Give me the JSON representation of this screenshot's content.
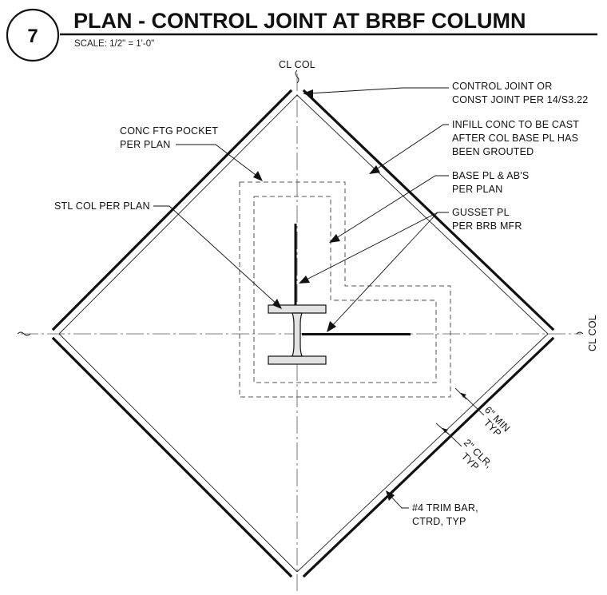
{
  "detail": {
    "number": "7",
    "title": "PLAN - CONTROL JOINT AT BRBF COLUMN",
    "scale": "SCALE:  1/2\" = 1'-0\""
  },
  "centerlines": {
    "vertical_label": "CL COL",
    "horizontal_label": "CL COL"
  },
  "callouts": {
    "control_joint": [
      "CONTROL JOINT OR",
      "CONST JOINT PER 14/S3.22"
    ],
    "infill_conc": [
      "INFILL CONC TO BE CAST",
      "AFTER COL BASE PL HAS",
      "BEEN GROUTED"
    ],
    "base_pl": [
      "BASE PL & AB'S",
      "PER PLAN"
    ],
    "gusset_pl": [
      "GUSSET PL",
      "PER BRB MFR"
    ],
    "conc_ftg_pocket": [
      "CONC FTG POCKET",
      "PER PLAN"
    ],
    "stl_col": [
      "STL COL PER PLAN"
    ],
    "trim_bar": [
      "#4 TRIM BAR,",
      "CTRD, TYP"
    ]
  },
  "dimensions": {
    "min_6": [
      "6\" MIN",
      "TYP"
    ],
    "clr_2": [
      "2\" CLR,",
      "TYP"
    ]
  }
}
